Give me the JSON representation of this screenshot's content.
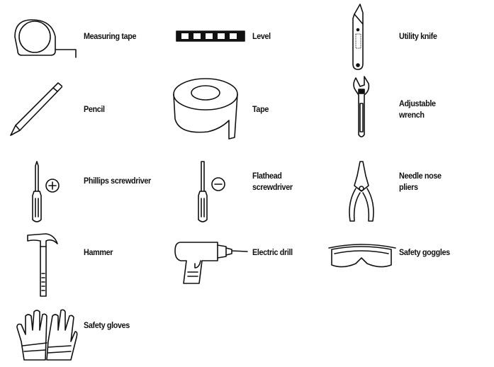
{
  "items": [
    {
      "label": "Measuring tape",
      "icon": "measuring-tape-icon"
    },
    {
      "label": "Level",
      "icon": "level-icon"
    },
    {
      "label": "Utility knife",
      "icon": "utility-knife-icon"
    },
    {
      "label": "Pencil",
      "icon": "pencil-icon"
    },
    {
      "label": "Tape",
      "icon": "tape-icon"
    },
    {
      "label_lines": [
        "Adjustable",
        "wrench"
      ],
      "icon": "adjustable-wrench-icon"
    },
    {
      "label": "Phillips screwdriver",
      "icon": "phillips-screwdriver-icon"
    },
    {
      "label_lines": [
        "Flathead",
        "screwdriver"
      ],
      "icon": "flathead-screwdriver-icon"
    },
    {
      "label_lines": [
        "Needle nose",
        "pliers"
      ],
      "icon": "needle-nose-pliers-icon"
    },
    {
      "label": "Hammer",
      "icon": "hammer-icon"
    },
    {
      "label": "Electric drill",
      "icon": "electric-drill-icon"
    },
    {
      "label": "Safety goggles",
      "icon": "safety-goggles-icon"
    },
    {
      "label": "Safety gloves",
      "icon": "safety-gloves-icon"
    }
  ]
}
